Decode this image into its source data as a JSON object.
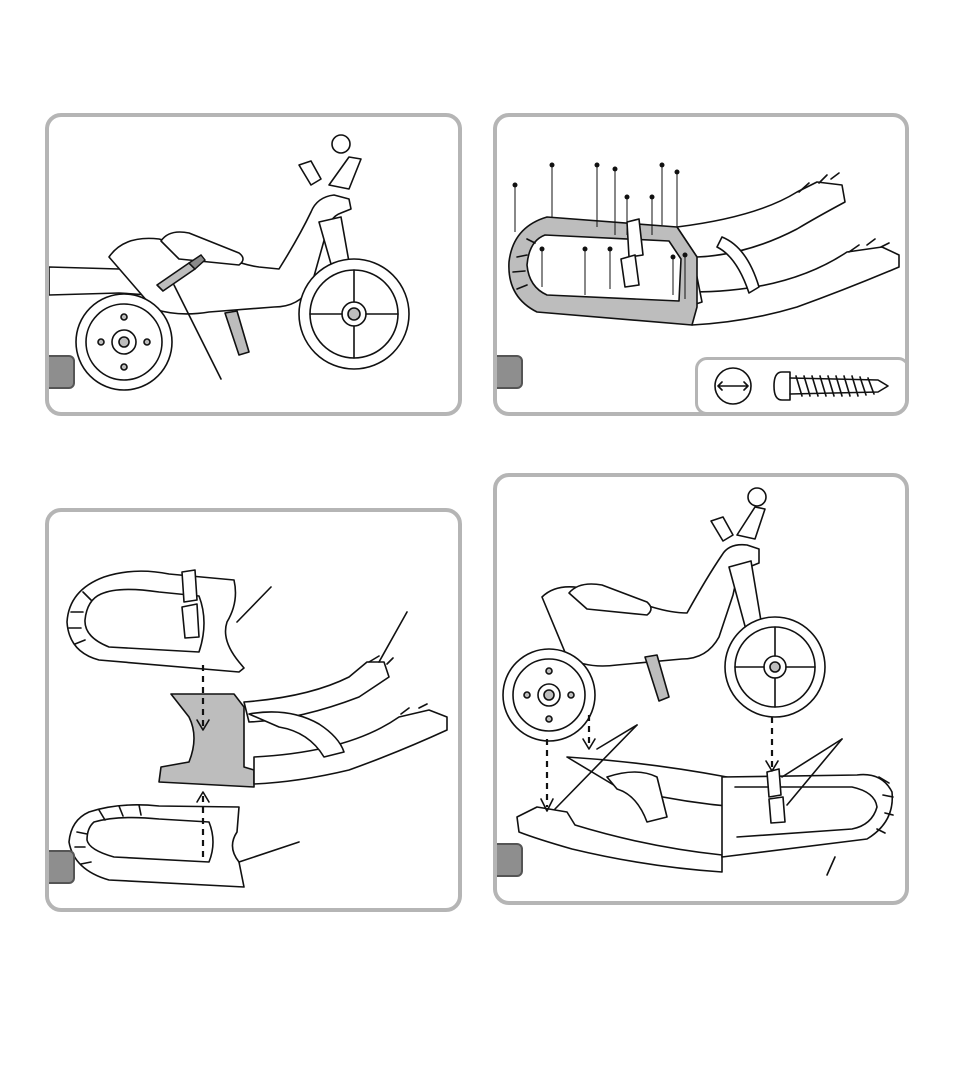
{
  "document": {
    "steps": [
      {
        "id": "step-1",
        "icon": "tricycle-detach-screw-icon"
      },
      {
        "id": "step-2",
        "icon": "rocker-base-screws-icon"
      },
      {
        "id": "step-3",
        "icon": "rocker-base-assembly-icon"
      },
      {
        "id": "step-4",
        "icon": "bike-on-rocker-icon"
      }
    ],
    "hardware_inset": {
      "icons": [
        "actual-size-arrow-icon",
        "screw-icon"
      ]
    },
    "colors": {
      "panel_border": "#b5b5b5",
      "badge_fill": "#8e8e8e",
      "part_shade": "#bdbdbd",
      "line": "#111111"
    }
  }
}
